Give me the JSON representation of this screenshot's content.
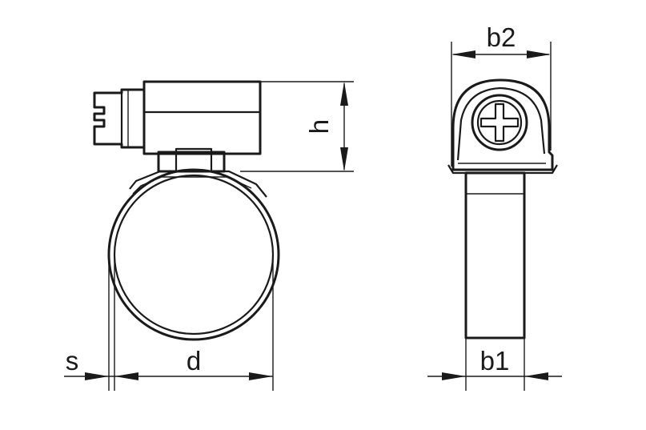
{
  "labels": {
    "s": "s",
    "d": "d",
    "h": "h",
    "b1": "b1",
    "b2": "b2"
  },
  "colors": {
    "line": "#1a1a1a",
    "background": "#ffffff"
  }
}
